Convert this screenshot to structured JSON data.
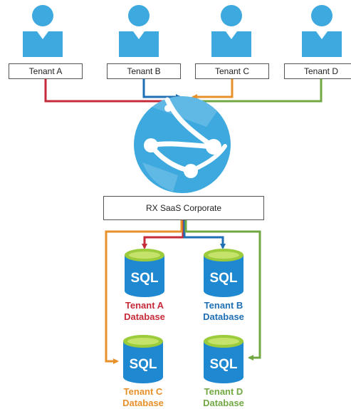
{
  "tenants": [
    {
      "label": "Tenant A",
      "color": "#c62b3a"
    },
    {
      "label": "Tenant B",
      "color": "#1f6fb5"
    },
    {
      "label": "Tenant C",
      "color": "#e8902a"
    },
    {
      "label": "Tenant D",
      "color": "#72a844"
    }
  ],
  "corporate": {
    "label": "RX SaaS Corporate"
  },
  "databases": [
    {
      "icon_text": "SQL",
      "name": "Tenant A",
      "suffix": "Database",
      "color": "#c62b3a"
    },
    {
      "icon_text": "SQL",
      "name": "Tenant B",
      "suffix": "Database",
      "color": "#1f6fb5"
    },
    {
      "icon_text": "SQL",
      "name": "Tenant C",
      "suffix": "Database",
      "color": "#e8902a"
    },
    {
      "icon_text": "SQL",
      "name": "Tenant D",
      "suffix": "Database",
      "color": "#72a844"
    }
  ],
  "icons": {
    "user": "user-icon",
    "app_service": "azure-app-service-icon",
    "database": "sql-database-icon"
  },
  "colors": {
    "user_icon": "#3da9de",
    "globe": "#3da9de",
    "db_body": "#1e88d0",
    "db_top": "#9ccc3c"
  }
}
